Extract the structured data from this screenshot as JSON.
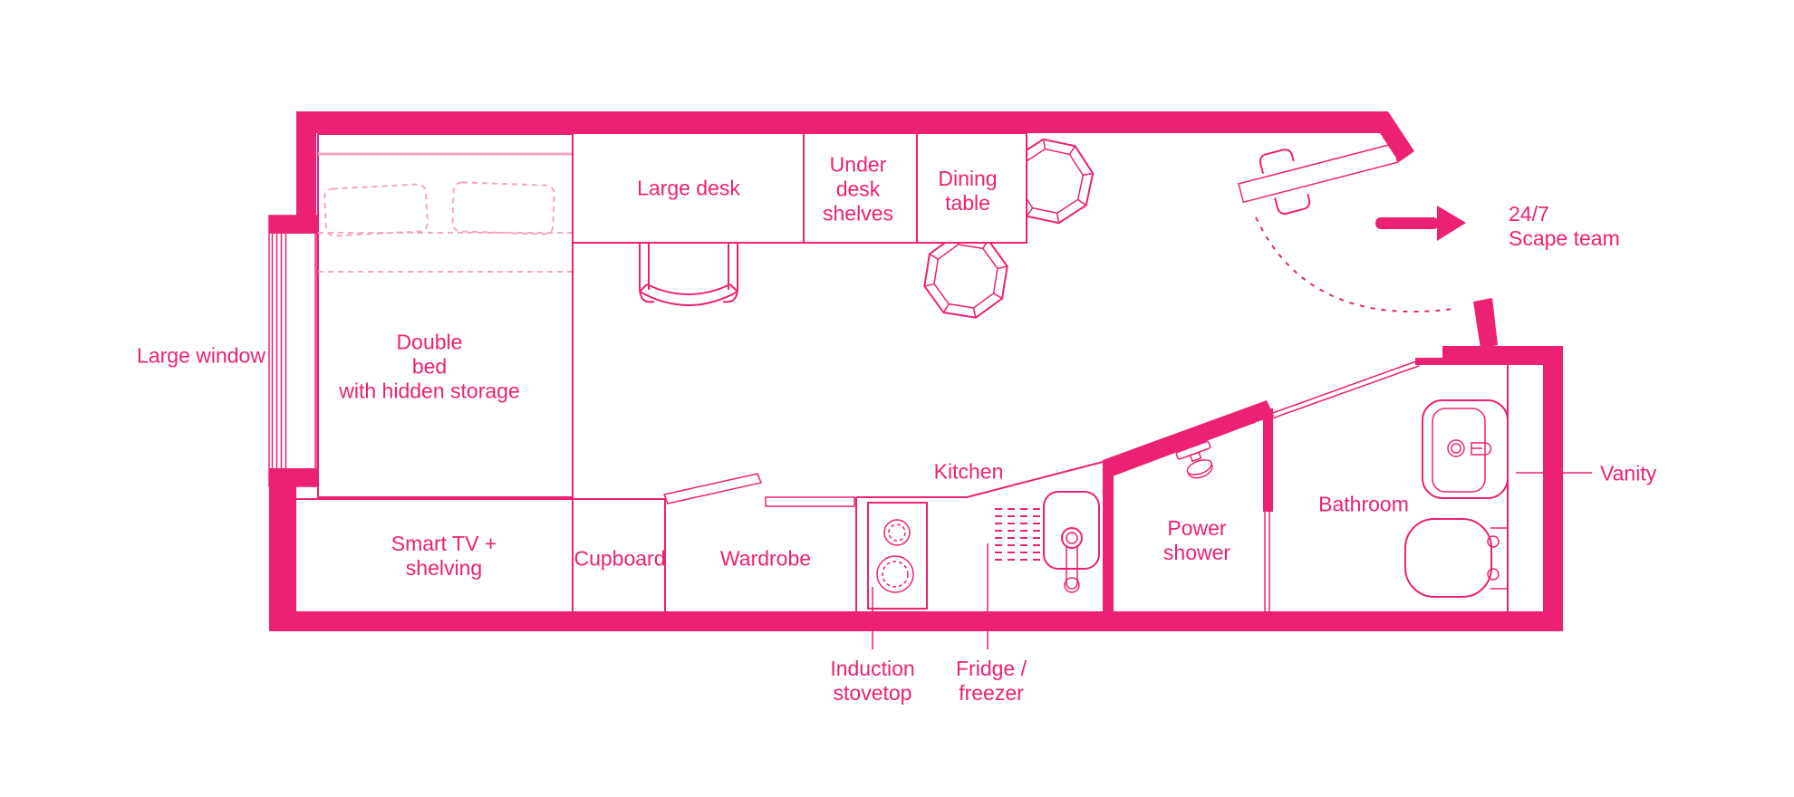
{
  "title": "Scape studio room floor plan",
  "colors": {
    "pink": "#EC2173",
    "light_pink": "#F6A6C6",
    "background": "#FFFFFF"
  },
  "labels": {
    "large_window": "Large window",
    "double_bed": "Double\nbed\nwith hidden storage",
    "large_desk": "Large desk",
    "under_desk_shelves": "Under\ndesk\nshelves",
    "dining_table": "Dining\ntable",
    "scape_team": "24/7\nScape team",
    "kitchen": "Kitchen",
    "smart_tv": "Smart TV +\nshelving",
    "cupboard": "Cupboard",
    "wardrobe": "Wardrobe",
    "induction_stovetop": "Induction\nstovetop",
    "fridge_freezer": "Fridge /\nfreezer",
    "power_shower": "Power\nshower",
    "bathroom": "Bathroom",
    "vanity": "Vanity"
  }
}
